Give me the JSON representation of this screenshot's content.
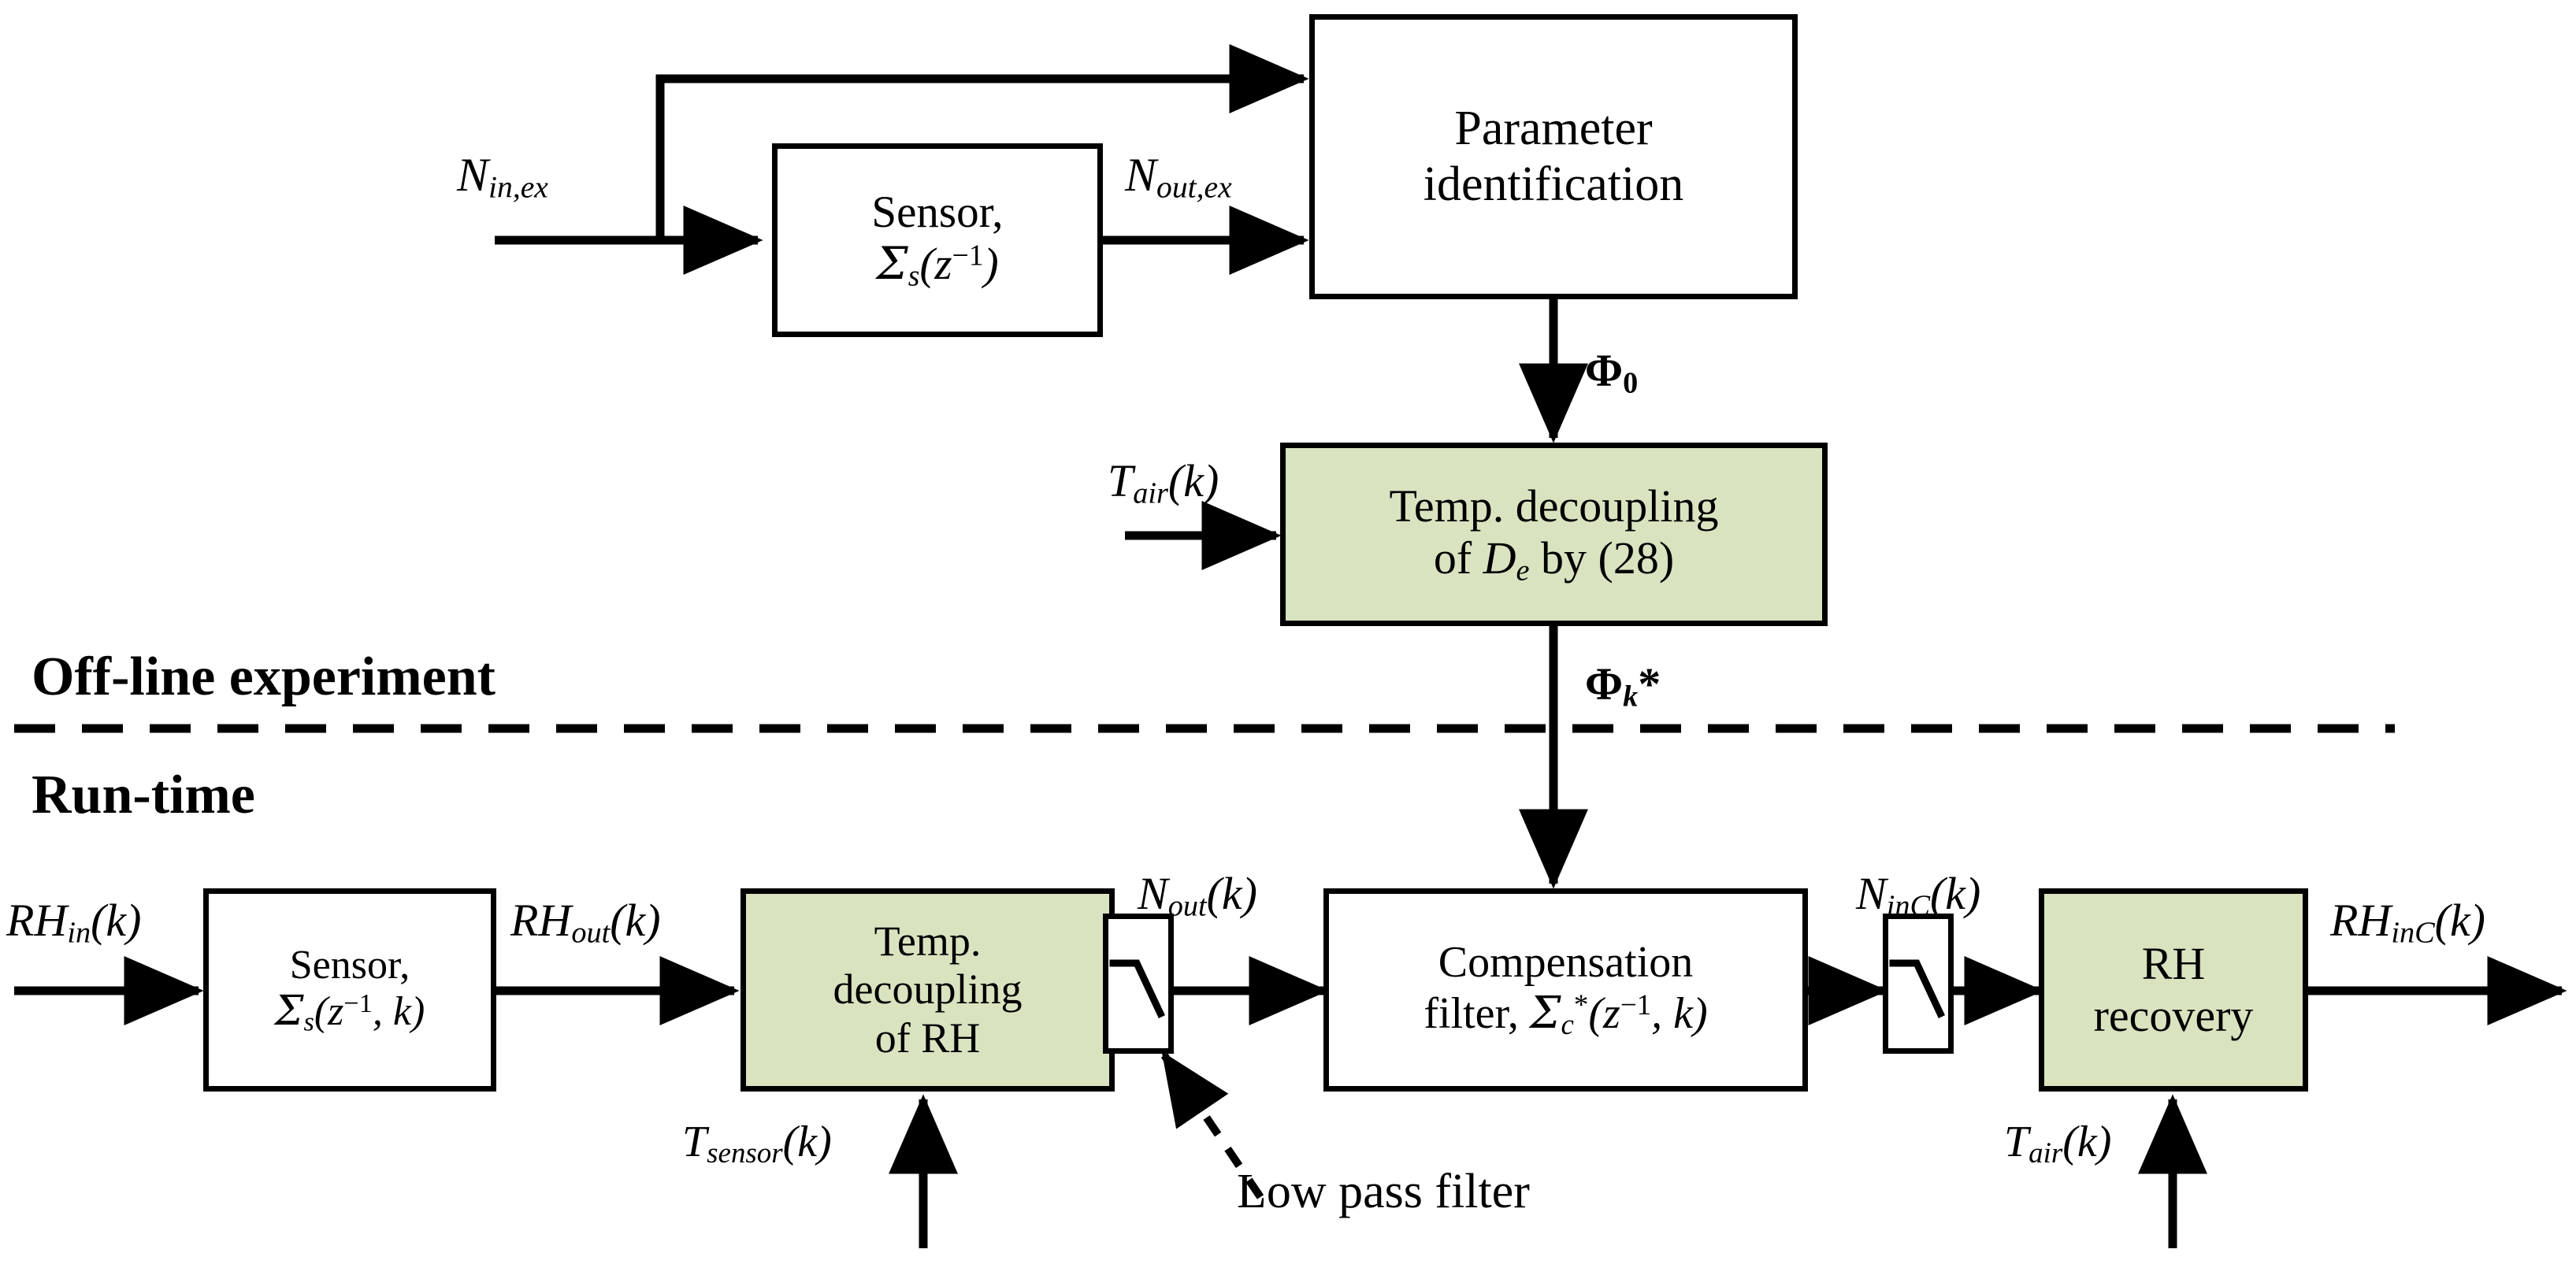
{
  "diagram": {
    "title": "Temperature-decoupled RH sensor dynamic compensation block diagram",
    "accent_green": "#d9e3c0",
    "line_color": "#000000",
    "background": "#ffffff"
  },
  "sections": {
    "offline_label": "Off-line experiment",
    "runtime_label": "Run-time",
    "divider_style": "dashed"
  },
  "blocks": [
    {
      "id": "sensor-ex",
      "line1": "Sensor,",
      "line2_sigma": "Σ",
      "line2_sub": "s",
      "line2_rest": "(z",
      "line2_sup": "−1",
      "line2_tail": ")",
      "fill": "white"
    },
    {
      "id": "parameter-identification",
      "line1": "Parameter",
      "line2": "identification",
      "fill": "white"
    },
    {
      "id": "temp-decoupling-de",
      "line1": "Temp. decoupling",
      "line2_a": "of ",
      "line2_D": "D",
      "line2_sub": "e",
      "line2_b": " by (28)",
      "fill": "green"
    },
    {
      "id": "sensor-rt",
      "line1": "Sensor,",
      "line2_sigma": "Σ",
      "line2_sub": "s",
      "line2_rest": "(z",
      "line2_sup": "−1",
      "line2_tail": ", k)",
      "fill": "white"
    },
    {
      "id": "temp-decoupling-rh",
      "line1": "Temp.",
      "line2": "decoupling",
      "line3": "of RH",
      "fill": "green"
    },
    {
      "id": "compensation-filter",
      "line1": "Compensation",
      "line2_a": "filter, ",
      "line2_sigma": "Σ",
      "line2_sub": "c",
      "line2_star": "*",
      "line2_rest": "(z",
      "line2_sup": "−1",
      "line2_tail": ", k)",
      "fill": "white"
    },
    {
      "id": "rh-recovery",
      "line1": "RH",
      "line2": "recovery",
      "fill": "green"
    },
    {
      "id": "low-pass-filter-1",
      "label": "low-pass-filter-icon",
      "fill": "white"
    },
    {
      "id": "low-pass-filter-2",
      "label": "low-pass-filter-icon",
      "fill": "white"
    }
  ],
  "signals": {
    "n_in_ex": {
      "base": "N",
      "sub": "in,ex"
    },
    "n_out_ex": {
      "base": "N",
      "sub": "out,ex"
    },
    "phi_0": {
      "base": "Φ",
      "sub": "0",
      "sup": ""
    },
    "phi_k_star": {
      "base": "Φ",
      "sub": "k",
      "sup": "*"
    },
    "t_air_top": {
      "base": "T",
      "sub": "air",
      "tail": "(k)"
    },
    "t_air_bottom": {
      "base": "T",
      "sub": "air",
      "tail": "(k)"
    },
    "t_sensor": {
      "base": "T",
      "sub": "sensor",
      "tail": "(k)"
    },
    "rh_in": {
      "base": "RH",
      "sub": "in",
      "tail": "(k)"
    },
    "rh_out": {
      "base": "RH",
      "sub": "out",
      "tail": "(k)"
    },
    "n_out": {
      "base": "N",
      "sub": "out",
      "tail": "(k)"
    },
    "n_inc": {
      "base": "N",
      "sub": "inC",
      "tail": "(k)"
    },
    "rh_inc": {
      "base": "RH",
      "sub": "inC",
      "tail": "(k)"
    }
  },
  "annotations": {
    "low_pass_filter": "Low pass filter"
  }
}
